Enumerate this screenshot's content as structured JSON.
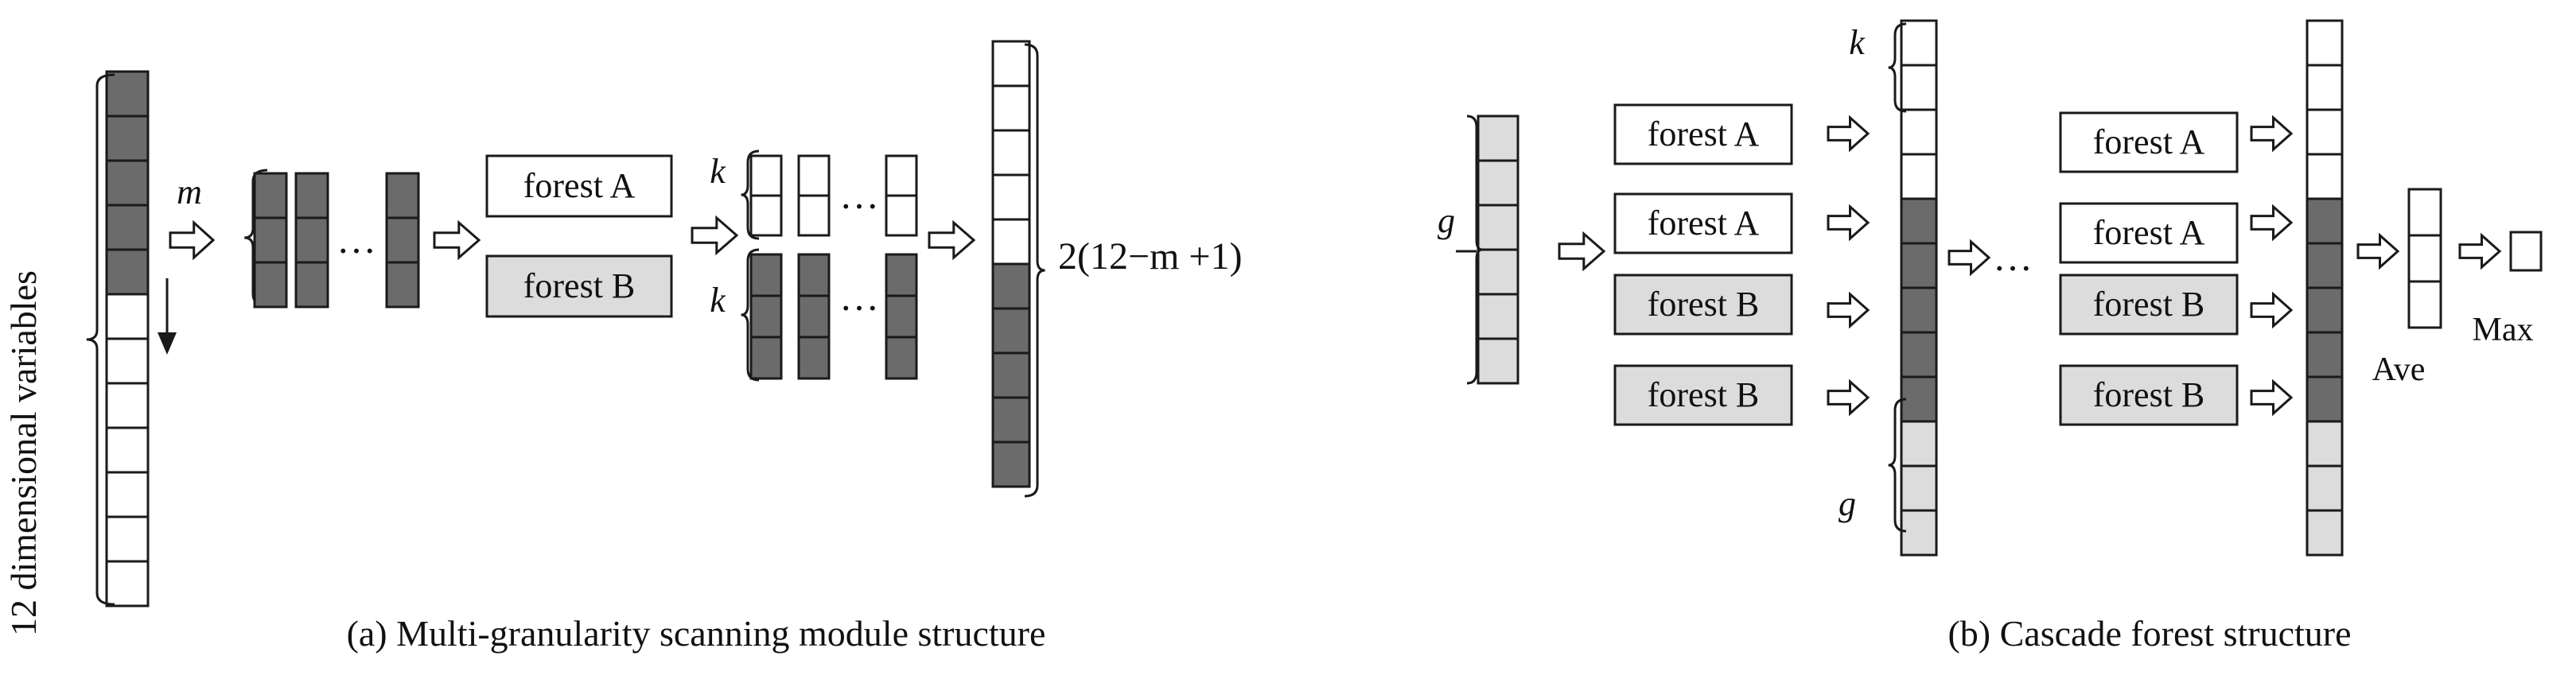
{
  "colors": {
    "dark": "#6b6b6b",
    "light": "#dcdcdc",
    "white": "#ffffff",
    "stroke": "#1a1a1a"
  },
  "panel_a": {
    "caption": "(a) Multi-granularity scanning module structure",
    "input_label": "12 dimensional variables",
    "window_symbol": "m",
    "forest_a_label": "forest A",
    "forest_b_label": "forest B",
    "k_label_top": "k",
    "k_label_bottom": "k",
    "output_count": "2(12−m +1)",
    "ellipsis": "…"
  },
  "panel_b": {
    "caption": "(b) Cascade forest structure",
    "g_label_input": "g",
    "k_label": "k",
    "g_label_output": "g",
    "forest_a_label": "forest A",
    "forest_b_label": "forest B",
    "ellipsis": "…",
    "average_label": "Ave",
    "max_label": "Max"
  },
  "icons": [
    "hollow-arrow-icon",
    "down-arrow-icon",
    "brace-icon"
  ]
}
